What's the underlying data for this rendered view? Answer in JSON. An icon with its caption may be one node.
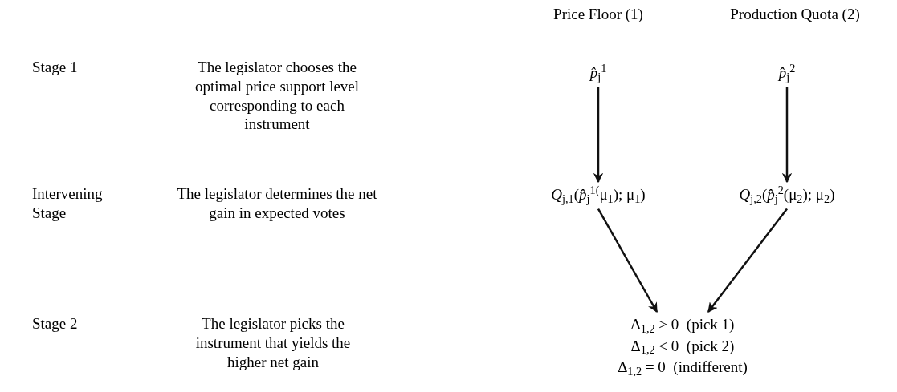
{
  "diagram": {
    "nodes": [
      {
        "text": [
          "*p̂*$_{j}$$^{1}$"
        ]
      },
      {
        "text": [
          "*p̂*$_{j}$$^{2}$"
        ]
      },
      {
        "text": [
          "*Q*$_{j,1}$(*p̂*$_{j}$$^{1(}$μ$_{1}$); μ$_{1}$)"
        ]
      },
      {
        "text": [
          "*Q*$_{j,2}$(*p̂*$_{j}$$^{2}$(μ$_{2}$); μ$_{2}$)"
        ]
      },
      {
        "text": [
          "Δ$_{1,2}$ > 0  (pick 1)",
          "Δ$_{1,2}$ < 0  (pick 2)",
          "Δ$_{1,2}$ = 0  (indifferent)"
        ]
      }
    ],
    "edges": [
      {
        "from": 0,
        "to": 2,
        "arrow": "to"
      },
      {
        "from": 1,
        "to": 3,
        "arrow": "to"
      },
      {
        "from": 2,
        "to": 4,
        "arrow": "to"
      },
      {
        "from": 3,
        "to": 4,
        "arrow": "to"
      }
    ],
    "labels": [
      "Price Floor (1)",
      "Production Quota (2)",
      "Stage 1",
      "The legislator chooses the optimal price support level corresponding to each instrument",
      "Intervening Stage",
      "The legislator determines the net gain in expected votes",
      "Stage 2",
      "The legislator picks the instrument that yields the higher net gain"
    ]
  }
}
